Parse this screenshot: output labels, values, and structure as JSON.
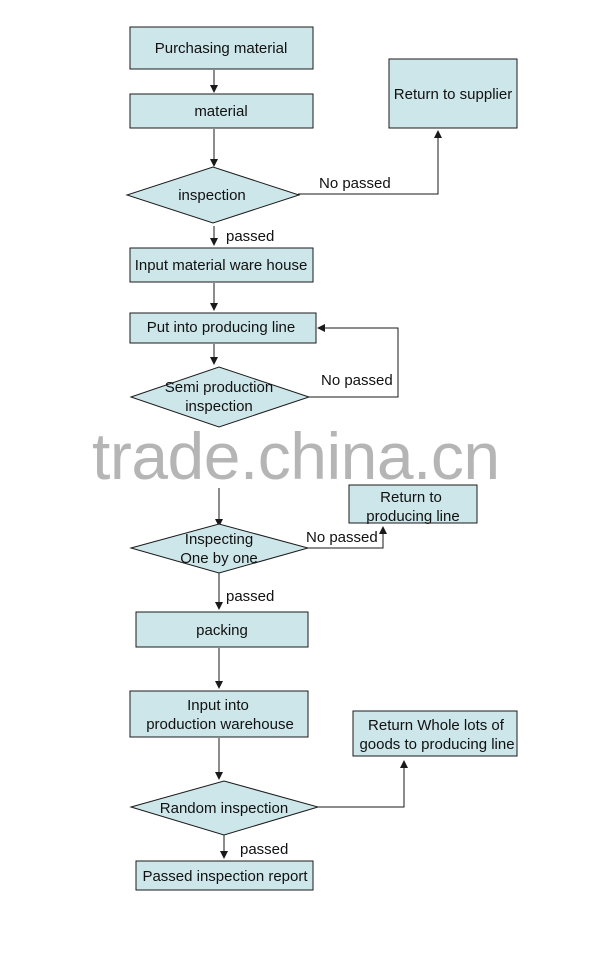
{
  "nodes": {
    "purchasing": "Purchasing material",
    "material": "material",
    "inspection": "inspection",
    "return_supplier": "Return to supplier",
    "input_warehouse": "Input material ware house",
    "put_line": "Put into producing line",
    "semi_line1": "Semi production",
    "semi_line2": "inspection",
    "return_line1": "Return to",
    "return_line2": "producing line",
    "inspecting_line1": "Inspecting",
    "inspecting_line2": "One by one",
    "packing": "packing",
    "prod_wh_line1": "Input into",
    "prod_wh_line2": "production warehouse",
    "return_whole_line1": "Return Whole lots of",
    "return_whole_line2": "goods to producing line",
    "random": "Random inspection",
    "passed_report": "Passed inspection report"
  },
  "edge_labels": {
    "no_passed_1": "No passed",
    "passed_1": "passed",
    "no_passed_2": "No passed",
    "no_passed_3": "No passed",
    "passed_2": "passed",
    "passed_3": "passed"
  },
  "watermark": "trade.china.cn",
  "colors": {
    "box_fill": "#cde6ea",
    "stroke": "#1a1a1a"
  }
}
